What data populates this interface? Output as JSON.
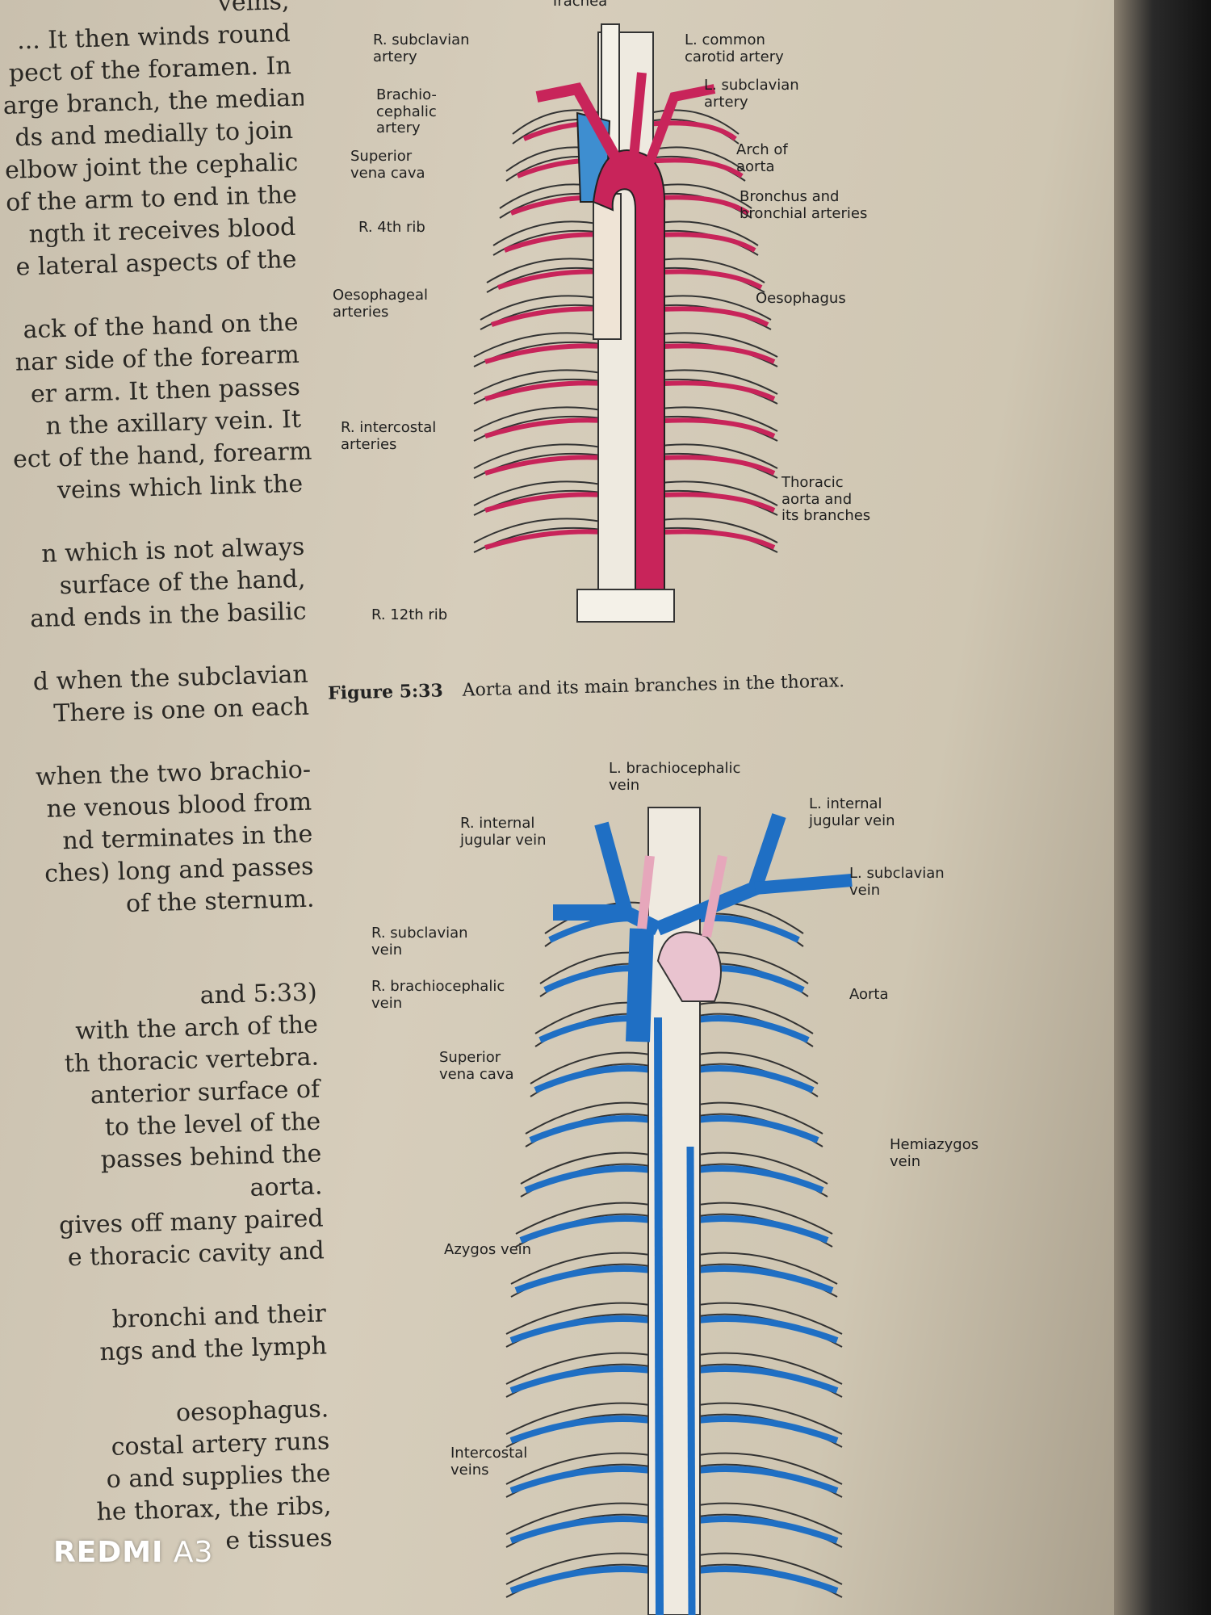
{
  "body_text": [
    "veins,",
    "... It then winds round",
    "pect of the foramen. In",
    "arge branch, the median",
    "ds and medially to join",
    "elbow joint the cephalic",
    "of the arm to end in the",
    "ngth it receives blood",
    "e lateral aspects of the",
    "",
    "ack of the hand on the",
    "nar side of the forearm",
    "er arm. It then passes",
    "n the axillary vein. It",
    "ect of the hand, forearm",
    "veins which link the",
    "",
    "n which is not always",
    "surface of the hand,",
    "and ends in the basilic",
    "",
    "d when the subclavian",
    "There is one on each",
    "",
    "when the two brachio-",
    "ne venous blood from",
    "nd terminates in the",
    "ches) long and passes",
    "of the sternum.",
    "",
    "",
    "and 5:33)",
    "with the arch of the",
    "th thoracic vertebra.",
    "anterior surface of",
    "to the level of the",
    "passes behind the",
    "aorta.",
    "gives off many paired",
    "e thoracic cavity and",
    "",
    "bronchi and their",
    "ngs and the lymph",
    "",
    "oesophagus.",
    "costal artery runs",
    "o and supplies the",
    "he thorax, the ribs,",
    "e tissues"
  ],
  "figure_533": {
    "number": "Figure 5:33",
    "caption": "Aorta and its main branches in the thorax.",
    "labels": {
      "trachea": "Trachea",
      "r_subclavian_artery": "R. subclavian\nartery",
      "l_common_carotid": "L. common\ncarotid artery",
      "l_subclavian_artery": "L. subclavian\nartery",
      "brachiocephalic_artery": "Brachio-\ncephalic\nartery",
      "arch_of_aorta": "Arch of\naorta",
      "superior_vena_cava": "Superior\nvena cava",
      "bronchus": "Bronchus and\nbronchial arteries",
      "r_4th_rib": "R. 4th rib",
      "oesophageal_arteries": "Oesophageal\narteries",
      "oesophagus": "Oesophagus",
      "r_intercostal_arteries": "R. intercostal\narteries",
      "thoracic_aorta": "Thoracic\naorta and\nits branches",
      "r_12th_rib": "R. 12th rib"
    }
  },
  "figure_534": {
    "labels": {
      "l_brachiocephalic_vein": "L. brachiocephalic\nvein",
      "r_internal_jugular": "R. internal\njugular vein",
      "l_internal_jugular": "L. internal\njugular vein",
      "l_subclavian_vein": "L. subclavian\nvein",
      "r_subclavian_vein": "R. subclavian\nvein",
      "r_brachiocephalic_vein": "R. brachiocephalic\nvein",
      "aorta": "Aorta",
      "superior_vena_cava": "Superior\nvena cava",
      "hemiazygos_vein": "Hemiazygos\nvein",
      "azygos_vein": "Azygos vein",
      "intercostal_veins": "Intercostal\nveins"
    }
  },
  "watermark": {
    "brand": "REDMI",
    "model": "A3"
  },
  "colors": {
    "artery": "#c8245a",
    "vein": "#1f6fc4",
    "page": "#d3cab7",
    "bone": "#ffffff"
  }
}
